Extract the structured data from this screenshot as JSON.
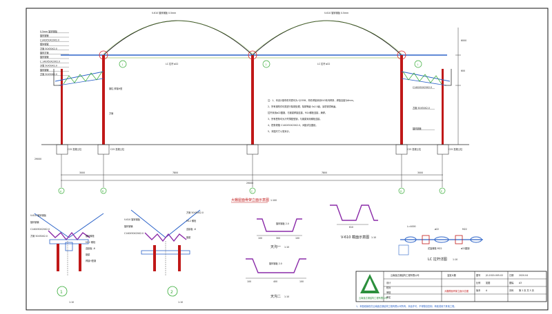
{
  "main_view": {
    "title": "大棚屋面骨架立面示意图",
    "scale": "1:100",
    "axes": [
      "A",
      "B",
      "C",
      "D",
      "E"
    ],
    "top_arc_labels": [
      "V-610 镀锌钢板 0.5mm",
      "V-610 镀锌钢板 0.5mm"
    ],
    "mid_circles": [
      "1",
      "2",
      "1"
    ],
    "center_beam_labels": [
      "LC 拉杆 ø22",
      "LC 拉杆 ø22"
    ],
    "dims_bottom": [
      "3000",
      "7800",
      "7800",
      "3000"
    ],
    "dim_total": "29000",
    "dims_right": [
      "6000",
      "600"
    ],
    "foundation_labels": [
      "C25 混凝土柱",
      "C25 混凝土柱",
      "C25 混凝土柱",
      "C25 混凝土柱"
    ],
    "left_callouts": [
      "0.5mm 镀锌钢板",
      "镀锌钢管",
      "C140X50X20X2.0",
      "镀锌钢管",
      "方管 50X50X2.0",
      "镀锌方管",
      "镀锌钢管",
      "C 140X50X20X2.0",
      "方管 50X50X2.0",
      "镀锌钢管",
      "方管 50X50X2.0"
    ],
    "right_callouts": [
      "C140X50X20X2.0",
      "方管 50X50X2.0",
      "镀锌钢管"
    ],
    "column_labels": [
      "钢柱 焊接H型",
      "方管"
    ],
    "notes": [
      "注：1、本设计钢构件材质均为 Q235B，构件焊接采用E43系列焊条，焊缝高度为6mm。",
      "2、所有钢构件均需进行除锈处理，除锈等级 Sa2.5级，涂防锈漆两遍。",
      "   拉杆采用ø22圆钢，与钢梁焊接连接，M14螺栓连接，满焊。",
      "3、所有檩条均为冷弯薄壁型钢，与钢梁采用螺栓连接。",
      "4、檩条规格 C140X50X20X2.0，间距详见图纸。",
      "5、本图尺寸以毫米计。"
    ]
  },
  "detail_1": {
    "number": "1",
    "scale": "1:10",
    "labels": [
      "V-610 镀锌钢板",
      "镀锌钢管",
      "C140X50X20X2.0",
      "方管 50X50X2.0",
      "镀锌螺栓",
      "M12 螺栓",
      "连接板 -6",
      "钢梁",
      "焊接H型钢"
    ]
  },
  "detail_2": {
    "number": "2",
    "scale": "1:10",
    "labels": [
      "V-610 镀锌钢板",
      "镀锌钢管",
      "C140X50X20X2.0",
      "方管 50X50X2.0",
      "M12 螺栓",
      "连接板 -6",
      "钢梁"
    ]
  },
  "gutter_1": {
    "title": "天沟一",
    "scale": "1:10",
    "label": "镀锌钢板 2.0",
    "dims": [
      "100",
      "300",
      "100"
    ]
  },
  "gutter_2": {
    "title": "天沟二",
    "scale": "1:10",
    "label": "镀锌钢板 2.0",
    "dims": [
      "100",
      "400",
      "100"
    ]
  },
  "v610": {
    "title": "V-610 截面示意图",
    "scale": "1:10",
    "dim": "610"
  },
  "rod": {
    "title": "LC 拉杆详图",
    "scale": "1:10",
    "labels": [
      "L=4000",
      "ø22",
      "M22",
      "花篮螺栓 M22",
      "ø22圆钢"
    ]
  },
  "titleblock": {
    "company": "云南鑫达钢结构工程有限公司",
    "left_rows": [
      "设计",
      "校对",
      "审核",
      "审定"
    ],
    "project": "温室大棚",
    "drawing_name": "大棚屋面骨架立面示意图",
    "right_rows": [
      [
        "图号",
        "JG-2020-005-02"
      ],
      [
        "日期",
        "2020.04"
      ],
      [
        "比例",
        "如图"
      ],
      [
        "图幅",
        "A3"
      ],
      [
        "版本",
        "A"
      ],
      [
        "页码",
        "第 2 页 共 5 页"
      ]
    ]
  },
  "footer_note": "1、本图纸版权归云南鑫达钢结构工程有限公司所有，未经许可，不得擅自复制、转载或用于其他工程。"
}
